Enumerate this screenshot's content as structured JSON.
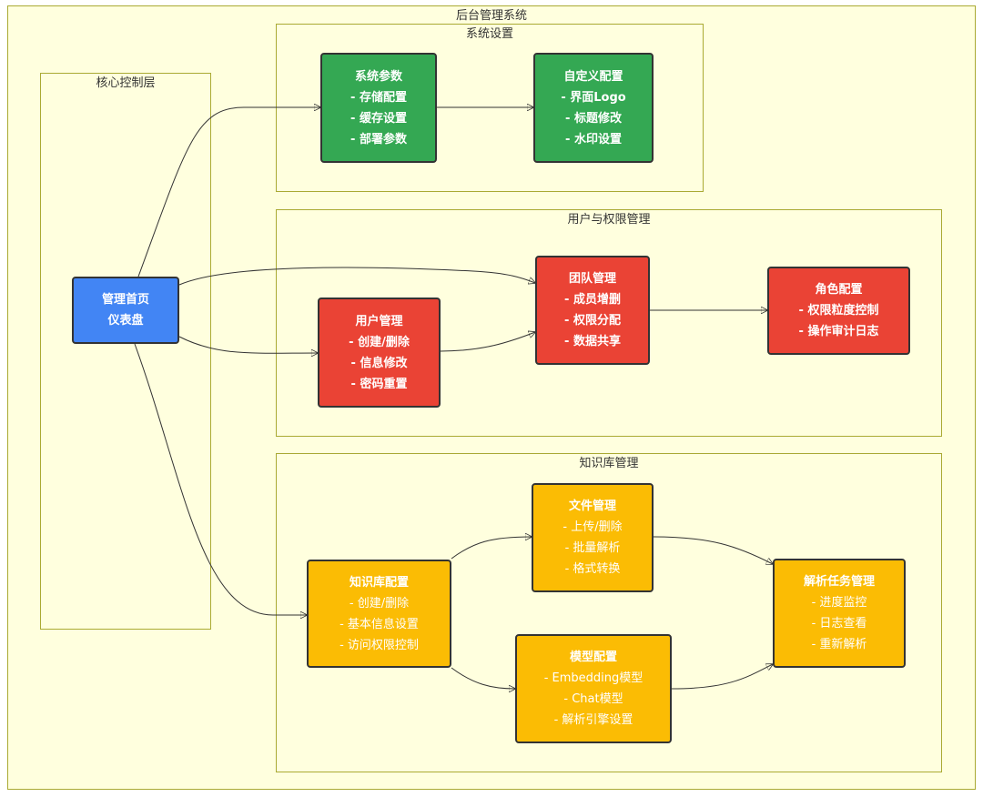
{
  "clusters": {
    "outer": {
      "title": "后台管理系统"
    },
    "core": {
      "title": "核心控制层"
    },
    "system": {
      "title": "系统设置"
    },
    "userperm": {
      "title": "用户与权限管理"
    },
    "kb": {
      "title": "知识库管理"
    }
  },
  "nodes": {
    "dashboard": {
      "lines": [
        "管理首页",
        "仪表盘"
      ]
    },
    "sysparams": {
      "lines": [
        "系统参数",
        "- 存储配置",
        "- 缓存设置",
        "- 部署参数"
      ]
    },
    "custom": {
      "lines": [
        "自定义配置",
        "- 界面Logo",
        "- 标题修改",
        "- 水印设置"
      ]
    },
    "user": {
      "lines": [
        "用户管理",
        "- 创建/删除",
        "- 信息修改",
        "- 密码重置"
      ]
    },
    "team": {
      "lines": [
        "团队管理",
        "- 成员增删",
        "- 权限分配",
        "- 数据共享"
      ]
    },
    "role": {
      "lines": [
        "角色配置",
        "- 权限粒度控制",
        "- 操作审计日志"
      ]
    },
    "kbconfig": {
      "lines": [
        "知识库配置",
        "- 创建/删除",
        "- 基本信息设置",
        "- 访问权限控制"
      ]
    },
    "file": {
      "lines": [
        "文件管理",
        "- 上传/删除",
        "- 批量解析",
        "- 格式转换"
      ]
    },
    "model": {
      "lines": [
        "模型配置",
        "- Embedding模型",
        "- Chat模型",
        "- 解析引擎设置"
      ]
    },
    "parse": {
      "lines": [
        "解析任务管理",
        "- 进度监控",
        "- 日志查看",
        "- 重新解析"
      ]
    }
  },
  "colors": {
    "cluster_fill": "#ffffde",
    "cluster_border": "#aaaa33",
    "green": "#34a853",
    "red": "#ea4335",
    "yellow": "#fbbc04",
    "blue": "#4285f4",
    "edge": "#333333"
  }
}
